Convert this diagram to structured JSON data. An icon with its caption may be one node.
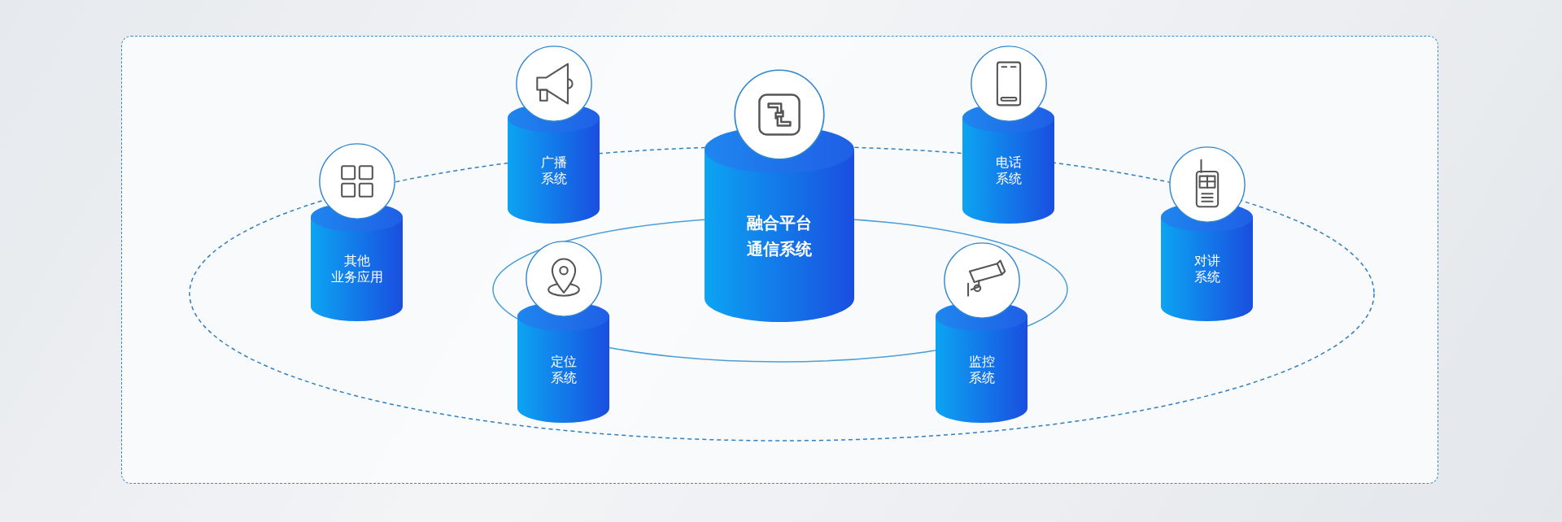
{
  "diagram": {
    "nodes": [
      {
        "text": [
          "广播系统"
        ]
      },
      {
        "text": [
          "融合平台通信系统"
        ]
      },
      {
        "text": [
          "电话系统"
        ]
      },
      {
        "text": [
          "其他业务应用"
        ]
      },
      {
        "text": [
          "对讲系统"
        ]
      },
      {
        "text": [
          "定位系统"
        ]
      },
      {
        "text": [
          "监控系统"
        ]
      }
    ]
  }
}
